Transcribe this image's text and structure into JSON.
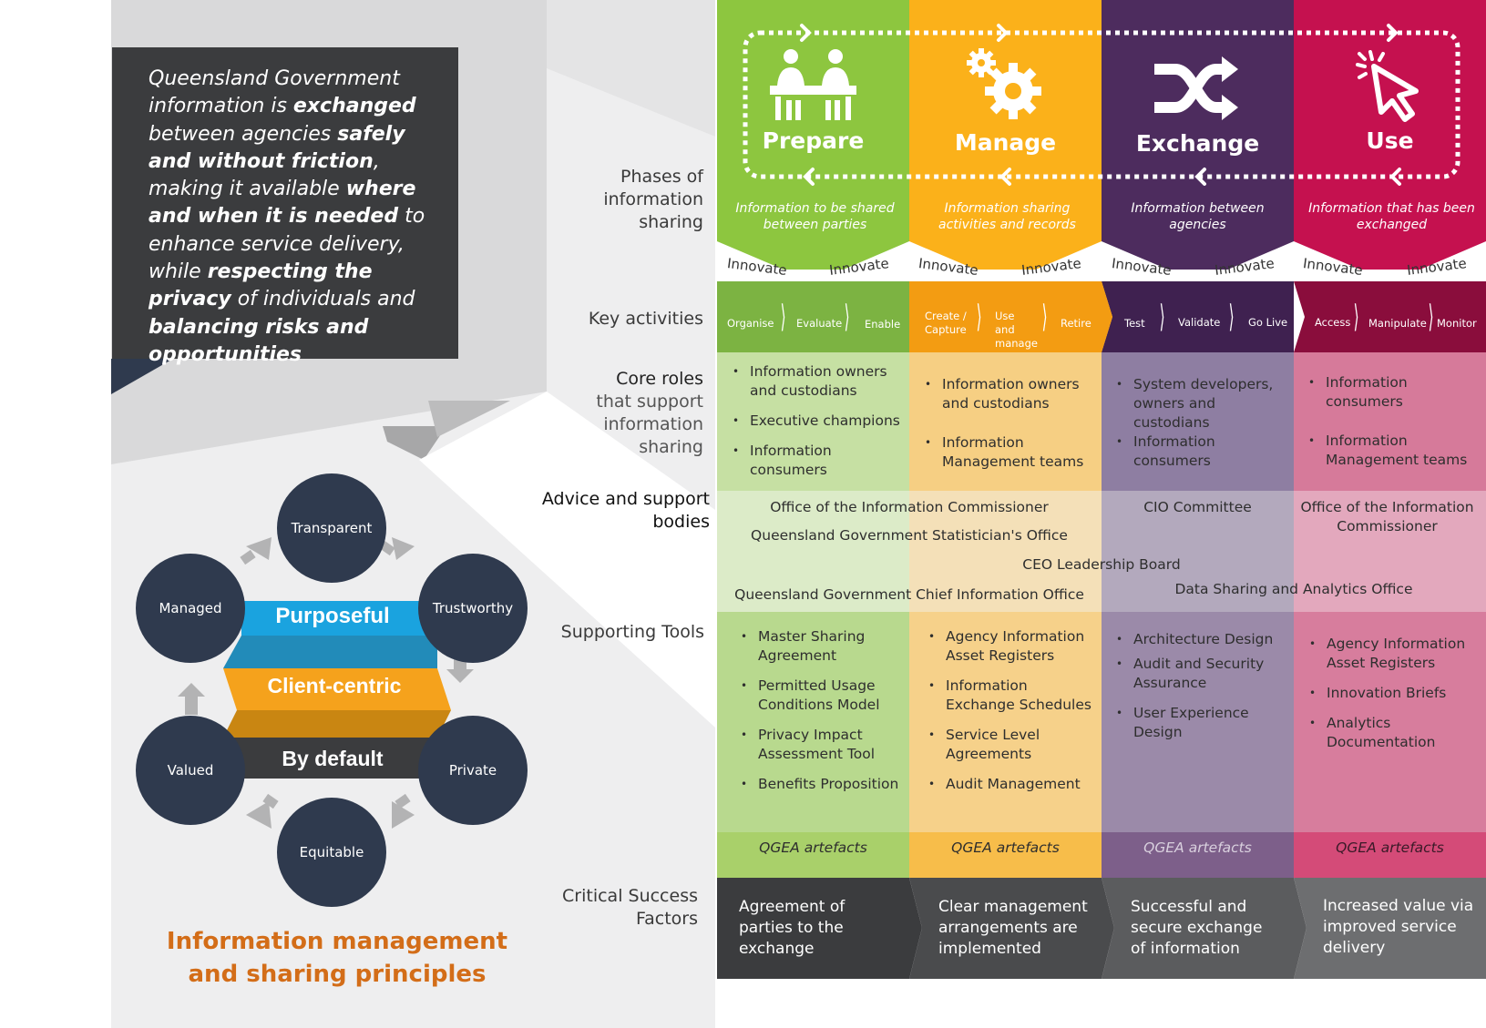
{
  "intro": {
    "p1": "Queensland Government information is ",
    "b1": "exchanged",
    "p2": " between agencies ",
    "b2": "safely and without friction",
    "p3": ", making it available ",
    "b3": "where and when it is needed",
    "p4": " to enhance service delivery, while ",
    "b4": "respecting the privacy",
    "p5": " of individuals and ",
    "b5": "balancing risks and opportunities"
  },
  "labels": {
    "phases": [
      "Phases of",
      "information",
      "sharing"
    ],
    "key_activities": "Key activities",
    "core_roles": [
      "Core roles",
      "that support",
      "information",
      "sharing"
    ],
    "advice": [
      "Advice and support",
      "bodies"
    ],
    "tools": "Supporting Tools",
    "csf": [
      "Critical Success",
      "Factors"
    ]
  },
  "colors": {
    "prepare": "#8dc63f",
    "manage": "#fbb11a",
    "exchange": "#4d2c5e",
    "use": "#c5114f",
    "dark": "#3b3c3e",
    "circle": "#2f3a4e",
    "purposeful": "#1aa3df",
    "client_centric": "#f5a21c",
    "by_default": "#3b3c3e",
    "title": "#d36d18"
  },
  "phases": [
    {
      "name": "Prepare",
      "icon": "people-at-table-icon",
      "desc": "Information to be shared between parties",
      "innovate_a": "Innovate",
      "innovate_b": "Innovate",
      "activities": [
        "Organise",
        "Evaluate",
        "Enable"
      ],
      "roles": [
        "Information owners and custodians",
        "Executive champions",
        "Information consumers"
      ],
      "tools": [
        "Master Sharing Agreement",
        "Permitted Usage Conditions Model",
        "Privacy Impact Assessment Tool",
        "Benefits Proposition"
      ],
      "qgea": "QGEA artefacts",
      "csf": "Agreement of parties to the exchange"
    },
    {
      "name": "Manage",
      "icon": "gears-icon",
      "desc": "Information sharing activities and records",
      "innovate_a": "Innovate",
      "innovate_b": "Innovate",
      "activities": [
        "Create / Capture",
        "Use and manage",
        "Retire"
      ],
      "roles": [
        "Information owners and custodians",
        "Information Management teams"
      ],
      "tools": [
        "Agency Information Asset Registers",
        "Information Exchange Schedules",
        "Service Level Agreements",
        "Audit Management"
      ],
      "qgea": "QGEA artefacts",
      "csf": "Clear management arrangements are implemented"
    },
    {
      "name": "Exchange",
      "icon": "shuffle-arrows-icon",
      "desc": "Information between agencies",
      "innovate_a": "Innovate",
      "innovate_b": "Innovate",
      "activities": [
        "Test",
        "Validate",
        "Go Live"
      ],
      "roles": [
        "System developers, owners and custodians",
        "Information consumers"
      ],
      "tools": [
        "Architecture Design",
        "Audit and Security Assurance",
        "User Experience Design"
      ],
      "qgea": "QGEA artefacts",
      "csf": "Successful and secure exchange of information"
    },
    {
      "name": "Use",
      "icon": "cursor-click-icon",
      "desc": "Information that has been exchanged",
      "innovate_a": "Innovate",
      "innovate_b": "Innovate",
      "activities": [
        "Access",
        "Manipulate",
        "Monitor"
      ],
      "roles": [
        "Information consumers",
        "Information Management teams"
      ],
      "tools": [
        "Agency Information Asset Registers",
        "Innovation Briefs",
        "Analytics Documentation"
      ],
      "qgea": "QGEA artefacts",
      "csf": "Increased value via improved service delivery"
    }
  ],
  "advice": {
    "oic_left": "Office of the Information Commissioner",
    "qgso": "Queensland Government Statistician's Office",
    "cio_committee": "CIO Committee",
    "oic_right": "Office of the Information Commissioner",
    "ceo_board": "CEO Leadership Board",
    "qgcio": "Queensland Government Chief Information Office",
    "dsao": "Data Sharing and Analytics Office"
  },
  "principles": {
    "circles": [
      "Transparent",
      "Trustworthy",
      "Private",
      "Equitable",
      "Valued",
      "Managed"
    ],
    "bands": [
      "Purposeful",
      "Client-centric",
      "By default"
    ],
    "title": "Information management and sharing principles"
  }
}
